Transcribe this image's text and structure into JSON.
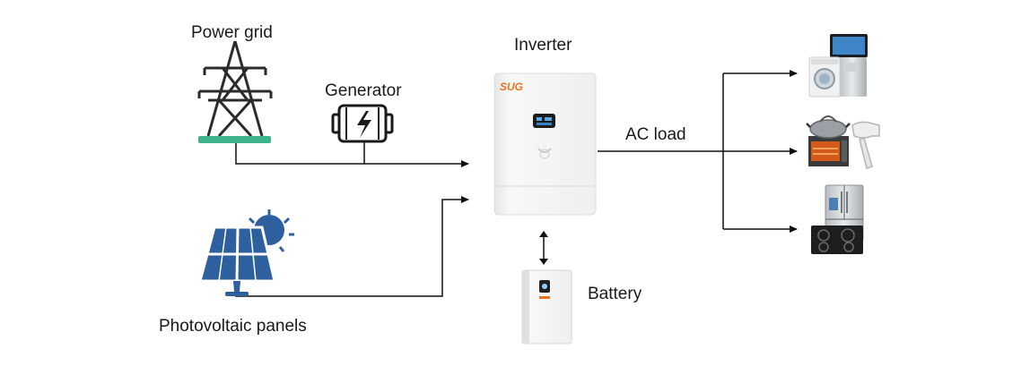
{
  "labels": {
    "power_grid": "Power grid",
    "generator": "Generator",
    "photovoltaic": "Photovoltaic panels",
    "inverter": "Inverter",
    "battery": "Battery",
    "ac_load": "AC load"
  },
  "inverter_brand": "SUG",
  "colors": {
    "line": "#111111",
    "grid_base": "#3db38b",
    "solar_blue": "#2e5f9e",
    "brand_orange": "#e8731e",
    "device_white": "#f4f4f4"
  },
  "icons": [
    "power-tower-icon",
    "generator-icon",
    "solar-panel-icon",
    "inverter-device",
    "battery-device",
    "appliances-icon",
    "kitchen-appliances-icon",
    "refrigerator-icon"
  ]
}
